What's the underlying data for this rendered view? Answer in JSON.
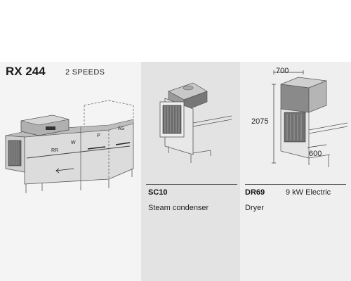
{
  "rx": {
    "model": "RX 244",
    "speeds": "2 SPEEDS",
    "zones": [
      "RR",
      "W",
      "P",
      "AS"
    ]
  },
  "sc10": {
    "code": "SC10",
    "description": "Steam condenser"
  },
  "dr69": {
    "code": "DR69",
    "power": "9 kW Electric",
    "description": "Dryer",
    "width": "700",
    "height": "2075",
    "depth": "600"
  },
  "colors": {
    "panel_light": "#f4f4f4",
    "panel_mid": "#e3e3e3",
    "panel_right": "#efefef",
    "metal_dark": "#777777",
    "metal_light": "#cfcfcf"
  }
}
